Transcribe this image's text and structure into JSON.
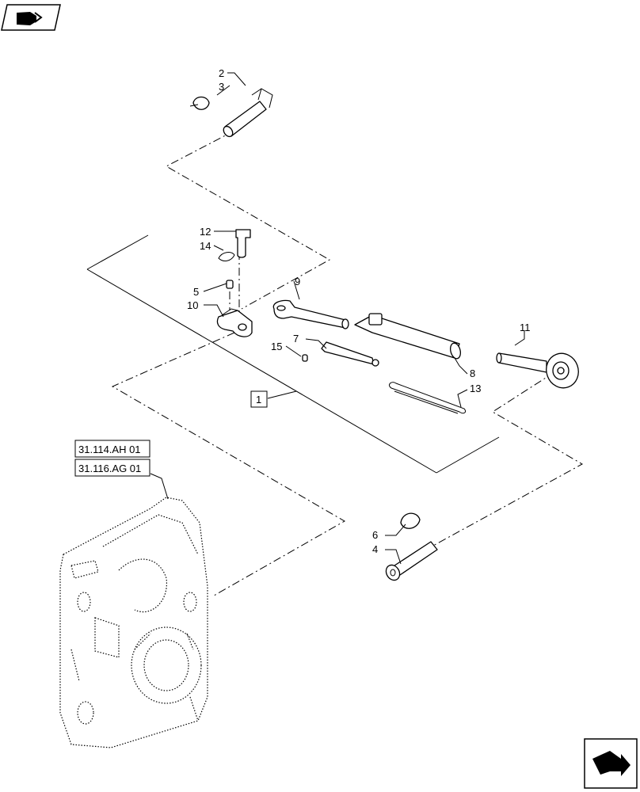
{
  "diagram": {
    "callouts": {
      "c1": "1",
      "c2": "2",
      "c3": "3",
      "c4": "4",
      "c5": "5",
      "c6": "6",
      "c7": "7",
      "c8": "8",
      "c9": "9",
      "c10": "10",
      "c11": "11",
      "c12": "12",
      "c13": "13",
      "c14": "14",
      "c15": "15"
    },
    "references": [
      "31.114.AH 01",
      "31.116.AG 01"
    ],
    "icons": {
      "top_left": "book-arrow-icon",
      "bottom_right": "next-page-arrow-icon"
    }
  }
}
